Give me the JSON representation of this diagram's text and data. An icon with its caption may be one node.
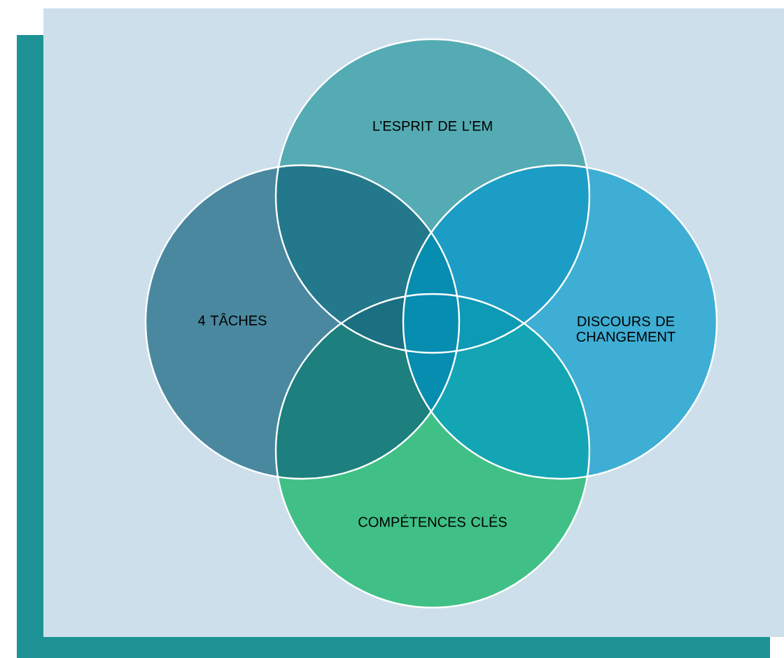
{
  "diagram": {
    "nodes": [
      {
        "text": [
          "L’ESPRIT DE L’EM"
        ]
      },
      {
        "text": [
          "4 TÂCHES"
        ]
      },
      {
        "text": [
          "DISCOURS DE CHANGEMENT"
        ]
      },
      {
        "text": [
          "COMPÉTENCES CLÉS"
        ]
      }
    ]
  }
}
